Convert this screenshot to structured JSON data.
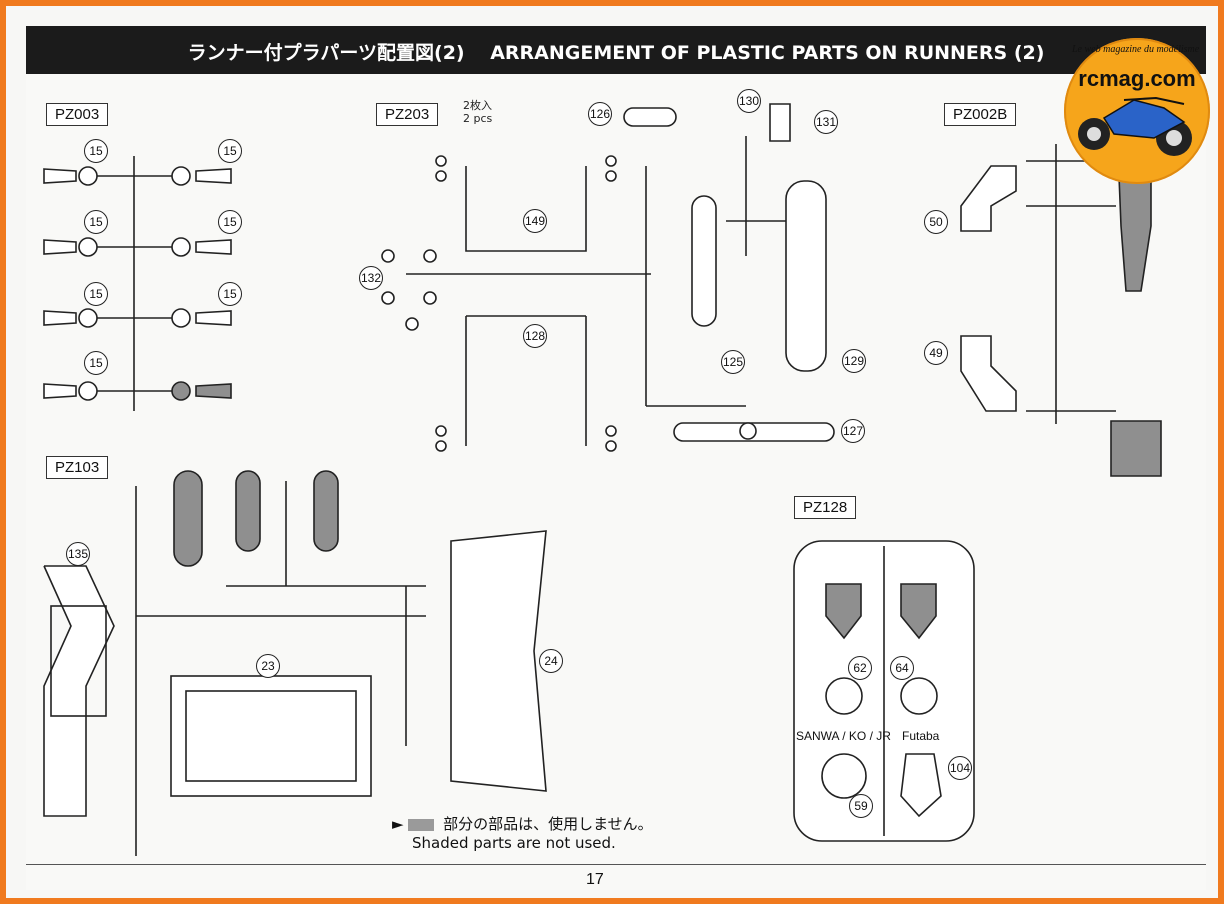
{
  "header": {
    "title": "ランナー付プラパーツ配置図(2)　 ARRANGEMENT OF PLASTIC PARTS ON RUNNERS (2)"
  },
  "parts": {
    "pz003": "PZ003",
    "pz203": "PZ203",
    "pz203_qty_jp": "2枚入",
    "pz203_qty_en": "2 pcs",
    "pz002b": "PZ002B",
    "pz103": "PZ103",
    "pz128": "PZ128"
  },
  "numbers": {
    "n15a": "15",
    "n15b": "15",
    "n15c": "15",
    "n15d": "15",
    "n15e": "15",
    "n15f": "15",
    "n15g": "15",
    "n126": "126",
    "n130": "130",
    "n131": "131",
    "n149": "149",
    "n132": "132",
    "n128": "128",
    "n125": "125",
    "n129": "129",
    "n127": "127",
    "n50": "50",
    "n49": "49",
    "n135": "135",
    "n23": "23",
    "n24": "24",
    "n62": "62",
    "n64": "64",
    "n104": "104",
    "n59": "59"
  },
  "labels": {
    "sanwa": "SANWA / KO / JR",
    "futaba": "Futaba"
  },
  "note": {
    "jp": "部分の部品は、使用しません。",
    "en": "Shaded parts are not used."
  },
  "page_number": "17",
  "logo": {
    "text": "rcmag.com",
    "tagline": "Le web magazine du modélisme"
  },
  "colors": {
    "accent_border": "#f07a1e",
    "shaded_part": "#9a9a9a",
    "header_bg": "#1b1b1b"
  }
}
